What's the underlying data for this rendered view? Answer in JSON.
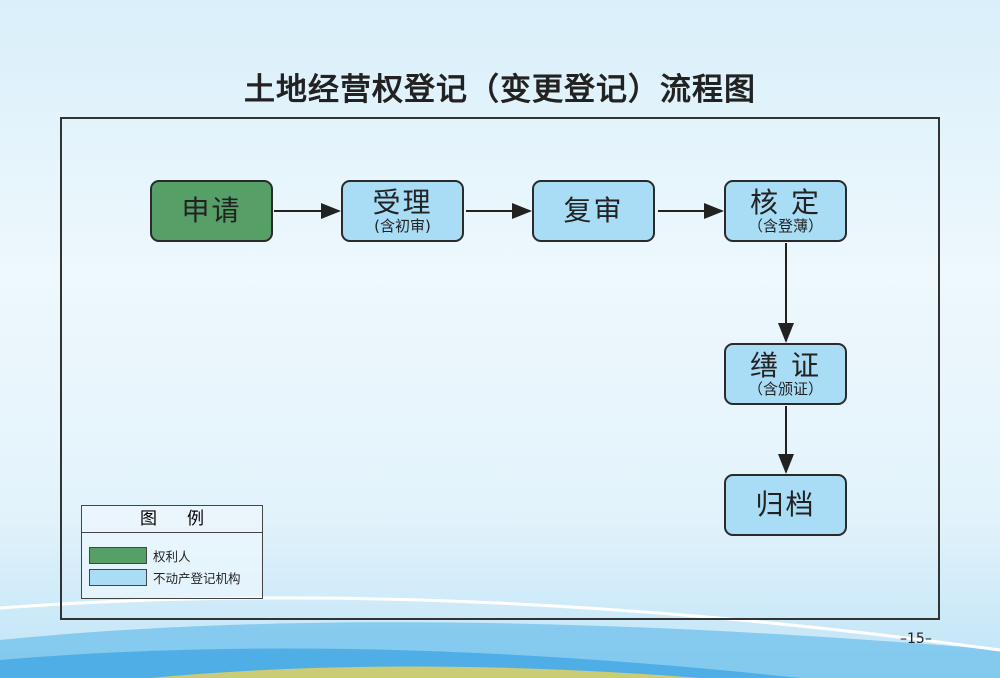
{
  "title": "土地经营权登记（变更登记）流程图",
  "colors": {
    "applicant": "#56a068",
    "agency": "#a9dcf5"
  },
  "steps": [
    {
      "main": "申请",
      "sub": ""
    },
    {
      "main": "受理",
      "sub": "(含初审)"
    },
    {
      "main": "复审",
      "sub": ""
    },
    {
      "main": "核 定",
      "sub": "（含登薄）"
    },
    {
      "main": "缮 证",
      "sub": "（含颁证）"
    },
    {
      "main": "归档",
      "sub": ""
    }
  ],
  "legend": {
    "title": "图例",
    "items": [
      "权利人",
      "不动产登记机构"
    ]
  },
  "page_number": "–15–"
}
